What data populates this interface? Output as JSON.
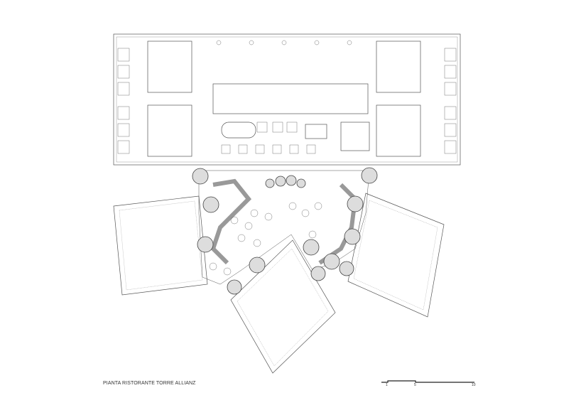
{
  "caption": "PIANTA RISTORANTE TORRE ALLIANZ",
  "scale_bar": {
    "labels": [
      "1",
      "5",
      "10"
    ]
  },
  "trees": 16
}
